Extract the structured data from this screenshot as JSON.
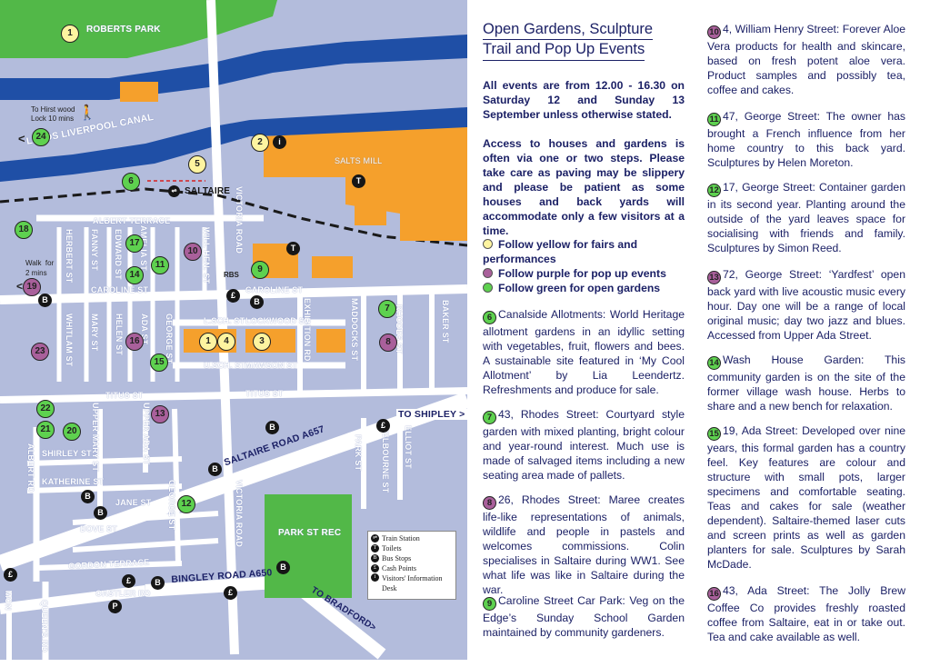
{
  "map": {
    "labels": {
      "roberts_park": "ROBERTS PARK",
      "canal": "LEEDS LIVERPOOL CANAL",
      "hirst_wood": "To Hirst wood\nLock 10 mins",
      "salts_mill": "SALTS MILL",
      "saltaire": "SALTAIRE",
      "walk": "Walk  for\n2 mins",
      "park_st_rec": "PARK ST REC",
      "to_shipley": "TO SHIPLEY >",
      "to_bradford": "TO BRADFORD>",
      "saltaire_road": "SALTAIRE ROAD A657",
      "bingley_road": "BINGLEY ROAD A650",
      "rbs": "RBS"
    },
    "streets": {
      "albert_terrace": "ALBERT TERRACE",
      "caroline_st_w": "CAROLINE ST",
      "caroline_st_e": "CAROLINE ST",
      "lsch_st": "L.SCH. ST",
      "lockwood_st": "LOCKWOOD ST",
      "usch_st": "U.SCH. ST",
      "mawson_st": "MAWSON ST",
      "titus_st_w": "TITUS ST",
      "titus_st_e": "TITUS ST",
      "shirley_st": "SHIRLEY ST",
      "katherine_st": "KATHERINE ST",
      "jane_st": "JANE ST",
      "dove_st": "DOVE ST",
      "gordon_terrace": "GORDON TERRACE",
      "oastler_rd": "OASTLER RD",
      "herbert_st": "HERBERT ST",
      "fanny_st": "FANNY ST",
      "edward_st": "EDWARD ST",
      "amelia_st": "AMELIA ST",
      "william_henry_st": "WILL HEN. ST",
      "victoria_road_n": "VICTORIA ROAD",
      "victoria_road_s": "VICTORIA ROAD",
      "whitlam_st": "WHITLAM ST",
      "mary_st": "MARY ST",
      "helen_st": "HELEN ST",
      "ada_st": "ADA ST",
      "george_st_n": "GEORGE ST",
      "george_st_s": "GEORGE ST",
      "exhibition_rd": "EXHIBITION RD",
      "maddocks_st": "MADDOCKS ST",
      "rhodes_st": "RHODES ST",
      "baker_st": "BAKER ST",
      "upper_mary_st": "UPPER MARY ST",
      "upper_ada_st": "UPPER ADA ST",
      "albert_rd": "ALBERT RD",
      "park_st": "PARK ST",
      "melbourne_st": "MELBOURNE ST",
      "elliot_st": "ELLIOT ST",
      "queens_rd": "QUEEN'S RD",
      "mon": "MON"
    },
    "legend": {
      "train": "Train Station",
      "toilets": "Toilets",
      "bus": "Bus Stops",
      "cash": "Cash Points",
      "visitors": "Visitors' Information\nDesk"
    },
    "symbols": {
      "toilet": "T",
      "bus": "B",
      "cash": "£",
      "parking": "P",
      "info": "i"
    },
    "pins": {
      "p1a": "1",
      "p1b": "1",
      "p2": "2",
      "p3": "3",
      "p4": "4",
      "p5": "5",
      "p6": "6",
      "p7": "7",
      "p8": "8",
      "p9": "9",
      "p10": "10",
      "p11": "11",
      "p12": "12",
      "p13": "13",
      "p14": "14",
      "p15": "15",
      "p16": "16",
      "p17": "17",
      "p18": "18",
      "p19": "19",
      "p20": "20",
      "p21": "21",
      "p22": "22",
      "p23": "23",
      "p24": "24"
    }
  },
  "text": {
    "title_line1": "Open Gardens, Sculpture",
    "title_line2": "Trail and Pop Up Events",
    "intro": "All events are from 12.00 - 16.30 on Saturday 12 and Sunday 13 September unless otherwise stated.",
    "access": "Access to houses and gardens is often via one or two steps. Please take care as paving may be slippery and please be patient as some houses and back yards will accommodate only a few visitors at a time.",
    "follow_yellow": "Follow yellow for fairs and performances",
    "follow_purple": "Follow purple for pop up events",
    "follow_green": "Follow green for open gardens",
    "entries": {
      "e6": {
        "num": "6",
        "text": "Canalside Allotments: World Heritage allotment gardens in an idyllic setting with vegetables, fruit, flowers and bees. A sustainable site featured in ‘My Cool Allotment’ by Lia Leendertz. Refreshments and produce for sale."
      },
      "e7": {
        "num": "7",
        "text": "43, Rhodes Street: Courtyard style garden with mixed planting, bright colour and year-round interest. Much use is made of salvaged items including a new seating area made of pallets."
      },
      "e8": {
        "num": "8",
        "text": "26, Rhodes Street: Maree creates life-like representations of animals, wildlife and people in pastels and welcomes commissions. Colin specialises in Saltaire during WW1. See what life was like in Saltaire during the war."
      },
      "e9": {
        "num": "9",
        "text": "Caroline Street Car Park: Veg on the Edge’s Sunday School Garden maintained by community gardeners."
      },
      "e10": {
        "num": "10",
        "text": "4, William Henry Street: Forever Aloe Vera products for health and skincare, based on fresh potent aloe vera. Product samples and possibly tea, coffee and cakes."
      },
      "e11": {
        "num": "11",
        "text": "47, George Street: The owner has brought a French influence from her home country to this back yard. Sculptures by Helen Moreton."
      },
      "e12": {
        "num": "12",
        "text": "17, George Street: Container garden in its second year. Planting around the outside of the yard leaves space for socialising with friends and family. Sculptures by Simon Reed."
      },
      "e13": {
        "num": "13",
        "text": "72, George Street: ‘Yardfest’ open back yard with live acoustic music every hour. Day one will be a range of local original music; day two jazz and blues. Accessed from Upper Ada Street."
      },
      "e14": {
        "num": "14",
        "text": "Wash House Garden: This community garden is on the site of the former village wash house. Herbs to share and a new bench for relaxation."
      },
      "e15": {
        "num": "15",
        "text": "19, Ada Street: Developed over nine years, this formal garden has a country feel. Key features are colour and structure with small pots, larger specimens and comfortable seating. Teas and cakes for sale (weather dependent). Saltaire-themed laser cuts and screen prints as well as garden planters for sale. Sculptures by Sarah McDade."
      },
      "e16": {
        "num": "16",
        "text": "43, Ada Street: The Jolly Brew Coffee Co provides freshly roasted coffee from Saltaire, eat in or take out. Tea and cake available as well."
      }
    }
  },
  "colors": {
    "water": "#1f4fa6",
    "park": "#52b848",
    "building": "#f5a02c",
    "road": "#ffffff",
    "ground": "#b3bcdc",
    "text": "#1c2166",
    "yellow": "#fdf4a0",
    "purple": "#a9609b",
    "green": "#5ed14f"
  }
}
